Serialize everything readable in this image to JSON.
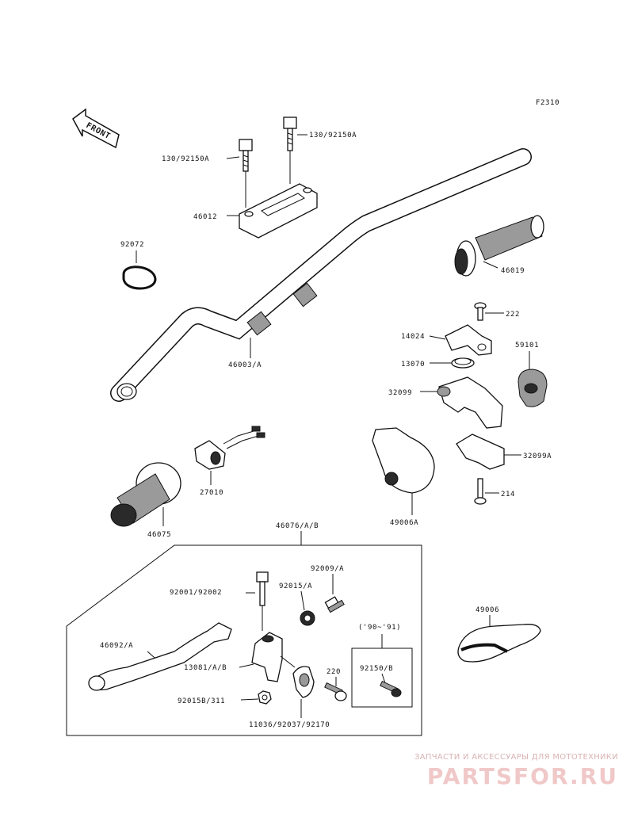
{
  "figure_code": "F2310",
  "front_label": "FRONT",
  "labels": {
    "bolt_a": "130/92150A",
    "bolt_b": "130/92150A",
    "holder": "46012",
    "band": "92072",
    "handlebar": "46003/A",
    "grip_right": "46019",
    "screw_222": "222",
    "plate": "14024",
    "collar": "13070",
    "housing_upper": "32099",
    "cover_59101": "59101",
    "housing_lower": "32099A",
    "screw_214": "214",
    "switch": "27010",
    "grip_left": "46075",
    "cover_49006a": "49006A",
    "lever_assy": "46076/A/B",
    "adjuster": "92009/A",
    "nut_92015": "92015/A",
    "bolt_92001": "92001/92002",
    "lever": "46092/A",
    "range": "('90~'91)",
    "bracket": "13081/A/B",
    "screw_220": "220",
    "bolt_92150b": "92150/B",
    "nut_92015b": "92015B/311",
    "clamp": "11036/92037/92170",
    "cover_49006": "49006"
  },
  "watermark": {
    "top": "ЗАПЧАСТИ И АКСЕССУАРЫ ДЛЯ МОТОТЕХНИКИ",
    "main": "PARTSFOR.RU"
  }
}
